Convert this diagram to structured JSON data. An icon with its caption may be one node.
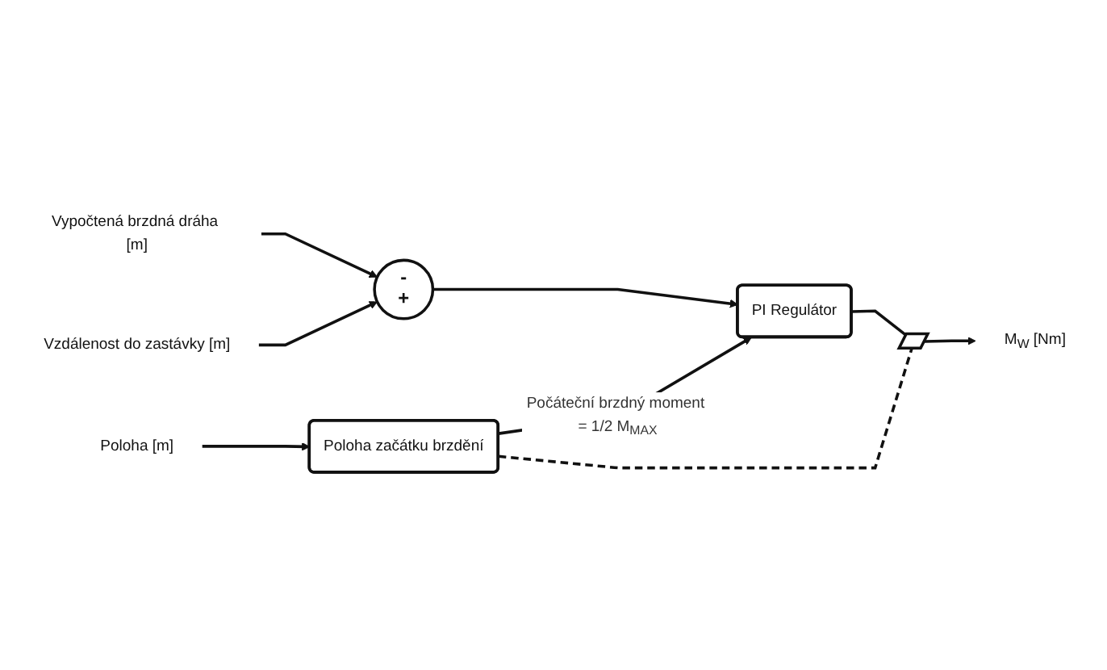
{
  "diagram": {
    "nodes": [
      {
        "text": [
          "Vypočtená brzdná dráha [m]"
        ]
      },
      {
        "text": [
          "-",
          "+"
        ]
      },
      {
        "text": [
          "Vzdálenost do zastávky [m]"
        ]
      },
      {
        "text": [
          "PI Regulátor"
        ]
      },
      {
        "text": [],
        "shape": "switch"
      },
      {
        "text": [
          "M$_{W}$ [Nm]"
        ]
      },
      {
        "text": [
          "Poloha [m]"
        ]
      },
      {
        "text": [
          "Poloha začátku brzdění"
        ]
      }
    ],
    "edges": [
      {
        "from": 0,
        "to": 1,
        "arrow": "to"
      },
      {
        "from": 2,
        "to": 1,
        "arrow": "to"
      },
      {
        "from": 1,
        "to": 3,
        "arrow": "to"
      },
      {
        "from": 3,
        "to": 4,
        "arrow": "none"
      },
      {
        "from": 4,
        "to": 5,
        "arrow": "to"
      },
      {
        "from": 6,
        "to": 7,
        "arrow": "to"
      },
      {
        "from": 7,
        "to": 3,
        "arrow": "to",
        "label": "Počáteční brzdný moment = 1/2 M$_{MAX}$"
      },
      {
        "from": 7,
        "to": 4,
        "arrow": "none",
        "style": "dashed"
      }
    ]
  }
}
